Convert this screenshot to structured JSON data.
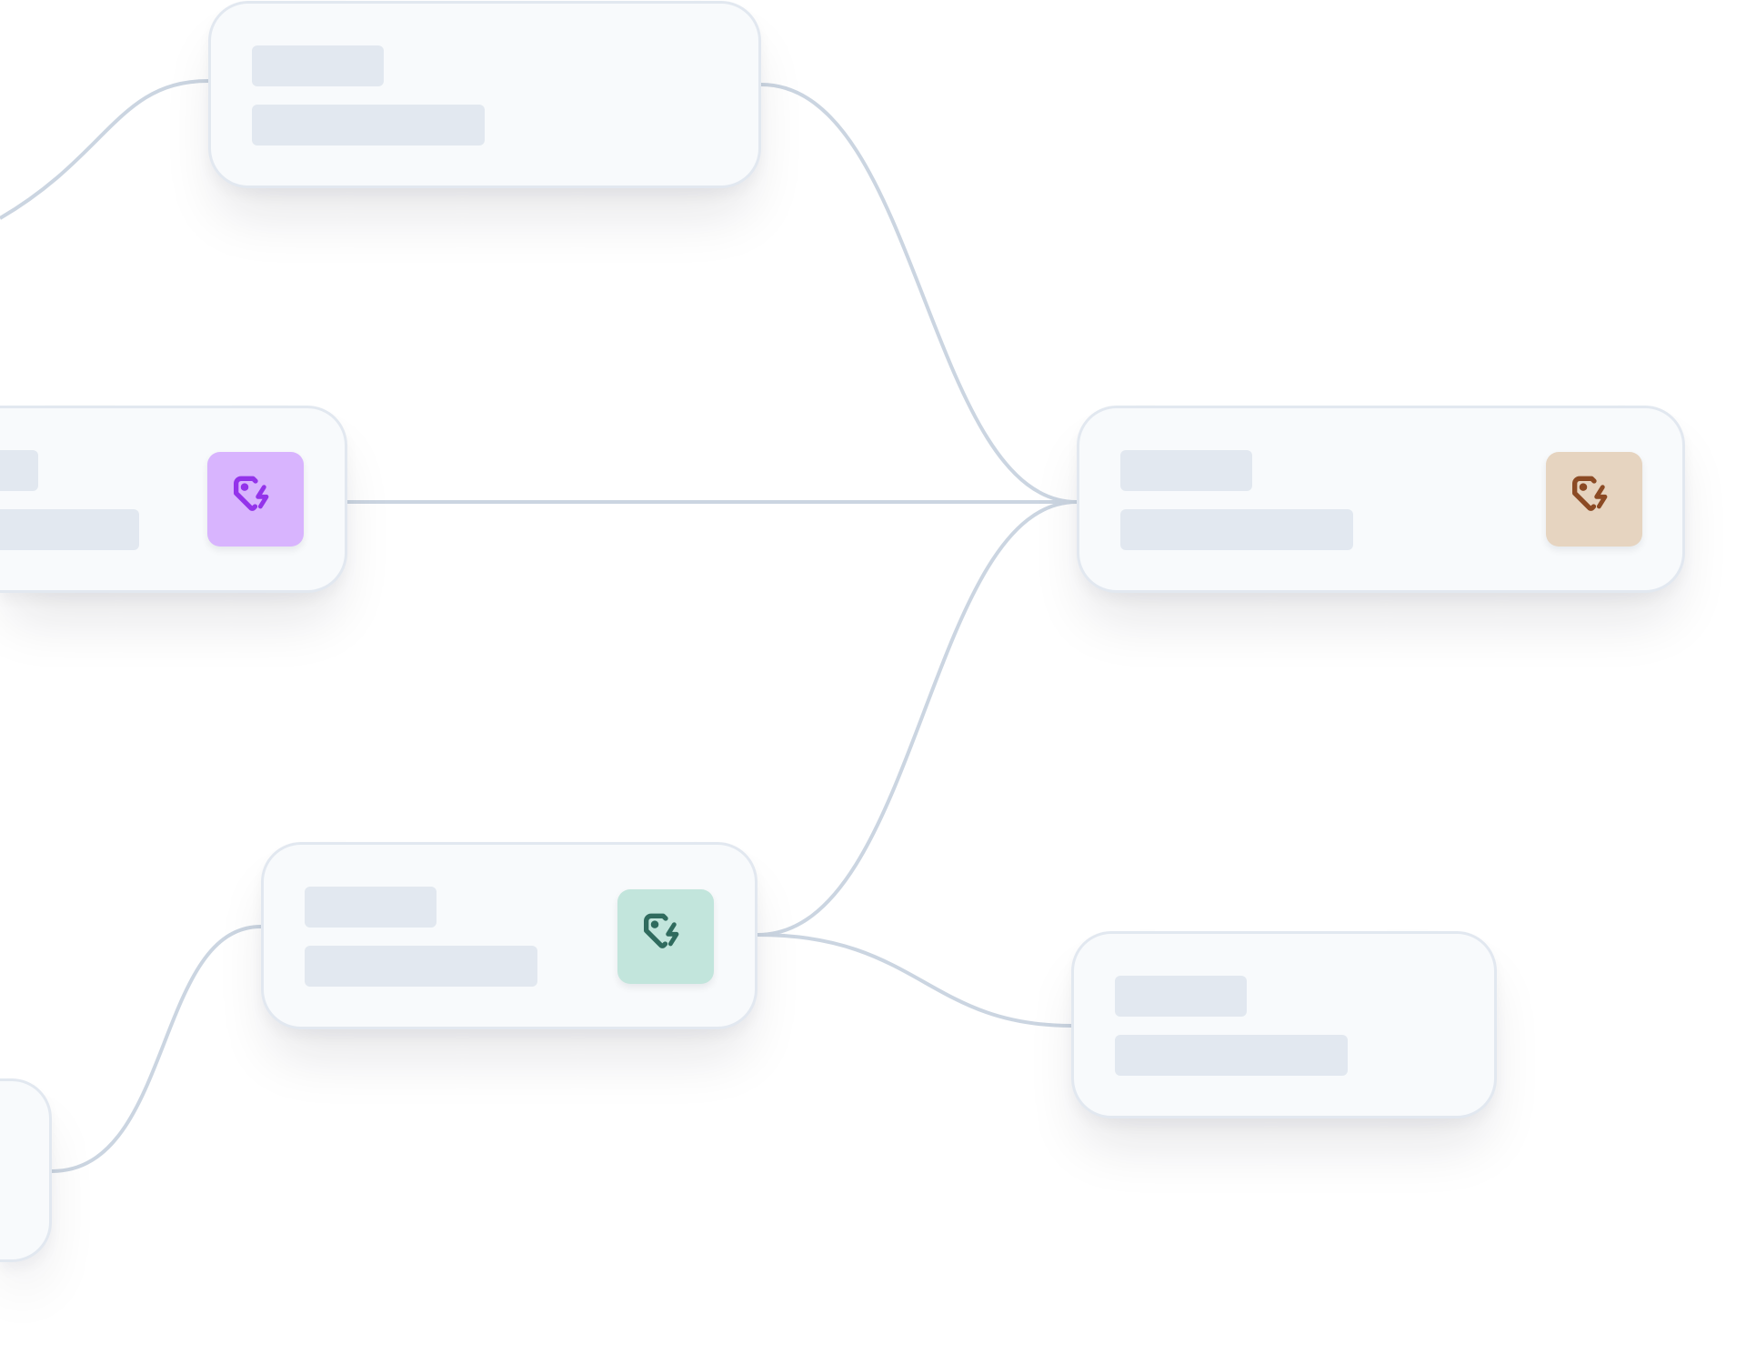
{
  "diagram": {
    "line_color": "#cbd5e1",
    "node_bg": "#f8fafc",
    "placeholder_color": "#e2e8f0",
    "nodes": [
      {
        "id": "top",
        "icon": null
      },
      {
        "id": "left-middle",
        "icon": "tag-lightning-icon",
        "icon_bg": "#d8b4fe",
        "icon_color": "#9333ea"
      },
      {
        "id": "right-middle",
        "icon": "tag-lightning-icon",
        "icon_bg": "#e6d4c0",
        "icon_color": "#8b4a24"
      },
      {
        "id": "center-bottom",
        "icon": "tag-lightning-icon",
        "icon_bg": "#c2e5dc",
        "icon_color": "#2f6b5e"
      },
      {
        "id": "right-bottom",
        "icon": null
      },
      {
        "id": "left-bottom",
        "icon": null
      }
    ],
    "edges": [
      {
        "from": "offscreen-left",
        "to": "top"
      },
      {
        "from": "top",
        "to": "right-middle"
      },
      {
        "from": "left-middle",
        "to": "right-middle"
      },
      {
        "from": "center-bottom",
        "to": "right-middle"
      },
      {
        "from": "center-bottom",
        "to": "right-bottom"
      },
      {
        "from": "left-bottom",
        "to": "center-bottom"
      }
    ]
  }
}
